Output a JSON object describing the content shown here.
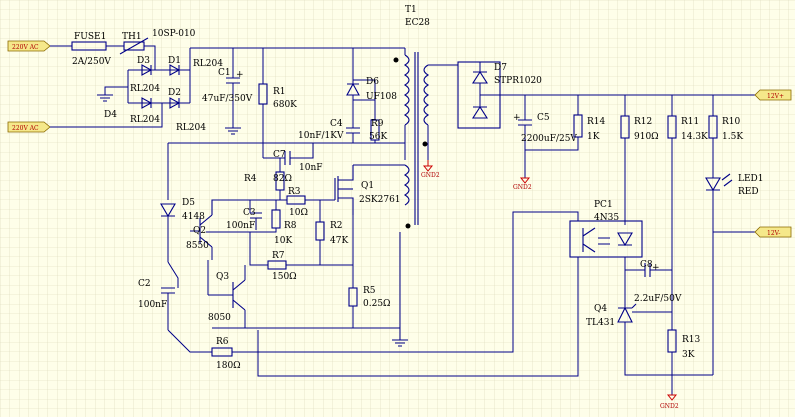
{
  "ports": {
    "ac_top": "220V AC",
    "ac_bottom": "220V AC",
    "out_top": "12V+",
    "out_bottom": "12V-"
  },
  "ground_labels": {
    "gnd2_a": "GND2",
    "gnd2_b": "GND2",
    "gnd2_c": "GND2"
  },
  "components": {
    "fuse1": {
      "ref": "FUSE1",
      "value": "2A/250V"
    },
    "th1": {
      "ref": "TH1",
      "value": "10SP-010"
    },
    "d1": {
      "ref": "D1"
    },
    "d2": {
      "ref": "D2"
    },
    "d3": {
      "ref": "D3"
    },
    "d4": {
      "ref": "D4"
    },
    "bridge_a": "RL204",
    "bridge_b": "RL204",
    "bridge_c": "RL204",
    "bridge_d": "RL204",
    "c1": {
      "ref": "C1",
      "value": "47uF/350V"
    },
    "r1": {
      "ref": "R1",
      "value": "680K"
    },
    "t1": {
      "ref": "T1",
      "value": "EC28"
    },
    "d6": {
      "ref": "D6",
      "value": "UF108"
    },
    "c4": {
      "ref": "C4",
      "value": "10nF/1KV"
    },
    "r9": {
      "ref": "R9",
      "value": "56K"
    },
    "d7": {
      "ref": "D7",
      "value": "STPR1020"
    },
    "c5": {
      "ref": "C5",
      "value": "2200uF/25V"
    },
    "r14": {
      "ref": "R14",
      "value": "1K"
    },
    "r12": {
      "ref": "R12",
      "value": "910Ω"
    },
    "r11": {
      "ref": "R11",
      "value": "14.3K"
    },
    "r10": {
      "ref": "R10",
      "value": "1.5K"
    },
    "led1": {
      "ref": "LED1",
      "value": "RED"
    },
    "c7": {
      "ref": "C7",
      "value": "10nF"
    },
    "r4": {
      "ref": "R4",
      "value": "82Ω"
    },
    "r3": {
      "ref": "R3",
      "value": "10Ω"
    },
    "q1": {
      "ref": "Q1",
      "value": "2SK2761"
    },
    "d5": {
      "ref": "D5",
      "value": "4148"
    },
    "c3": {
      "ref": "C3",
      "value": "100nF"
    },
    "r8": {
      "ref": "R8",
      "value": "10K"
    },
    "r2": {
      "ref": "R2",
      "value": "47K"
    },
    "q2": {
      "ref": "Q2",
      "value": "8550"
    },
    "r7": {
      "ref": "R7",
      "value": "150Ω"
    },
    "q3": {
      "ref": "Q3",
      "value": "8050"
    },
    "r5": {
      "ref": "R5",
      "value": "0.25Ω"
    },
    "c2": {
      "ref": "C2",
      "value": "100nF"
    },
    "r6": {
      "ref": "R6",
      "value": "180Ω"
    },
    "pc1": {
      "ref": "PC1",
      "value": "4N35"
    },
    "c8": {
      "ref": "C8",
      "value": "2.2uF/50V"
    },
    "q4": {
      "ref": "Q4",
      "value": "TL431"
    },
    "r13": {
      "ref": "R13",
      "value": "3K"
    }
  }
}
